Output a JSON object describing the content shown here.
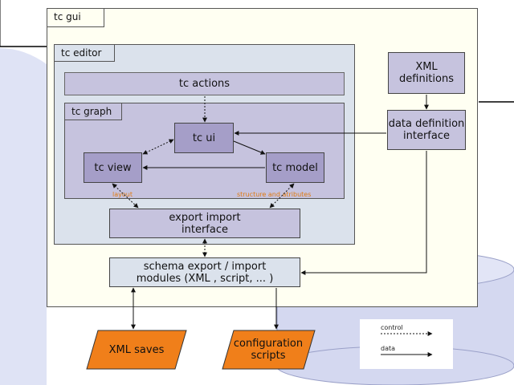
{
  "tc_gui_label": "tc gui",
  "tc_editor_label": "tc editor",
  "tc_actions": "tc actions",
  "tc_graph_label": "tc graph",
  "tc_ui": "tc ui",
  "tc_view": "tc view",
  "tc_model": "tc model",
  "layout_label": "layout",
  "structure_label": "structure and atributes",
  "export_import_line1": "export import",
  "export_import_line2": "interface",
  "schema_line1": "schema export / import",
  "schema_line2": "modules (XML , script, ... )",
  "xml_def_line1": "XML",
  "xml_def_line2": "definitions",
  "data_def_line1": "data definition",
  "data_def_line2": "interface",
  "xml_saves": "XML saves",
  "config_line1": "configuration",
  "config_line2": "scripts",
  "legend_control": "control",
  "legend_data": "data"
}
